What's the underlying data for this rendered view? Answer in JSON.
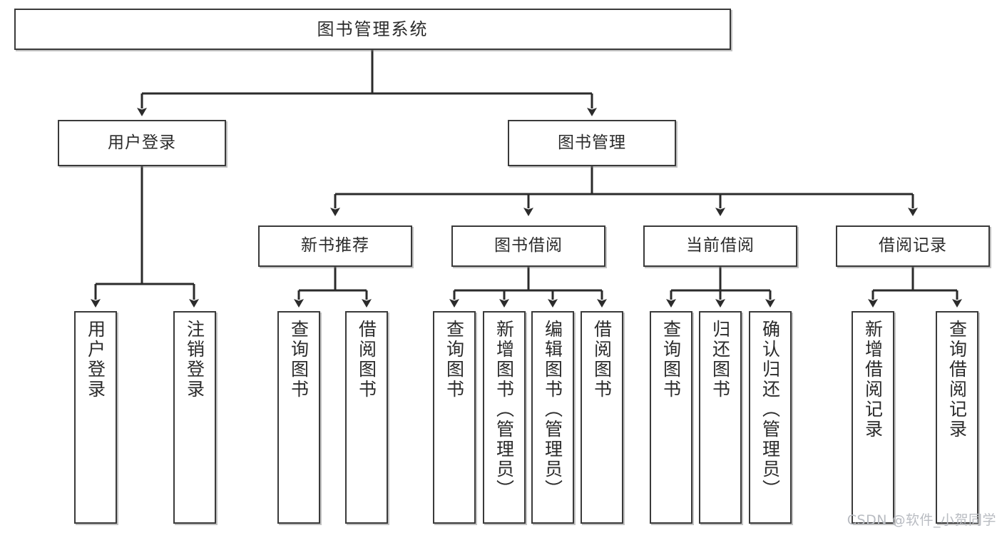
{
  "diagram": {
    "title": "图书管理系统",
    "type": "tree-hierarchy",
    "watermark": "CSDN @软件_小贺同学",
    "colors": {
      "node_border": "#3a3a3a",
      "node_fill": "#ffffff",
      "edge": "#2b2b2b",
      "text": "#2b2b2b",
      "watermark": "#b9bcc2",
      "background": "#ffffff"
    }
  },
  "nodes": {
    "root": {
      "label": "图书管理系统"
    },
    "level2": [
      {
        "id": "user-login",
        "label": "用户登录"
      },
      {
        "id": "book-manage",
        "label": "图书管理"
      }
    ],
    "level3": [
      {
        "id": "new-book-recommend",
        "label": "新书推荐"
      },
      {
        "id": "book-borrow",
        "label": "图书借阅"
      },
      {
        "id": "current-borrow",
        "label": "当前借阅"
      },
      {
        "id": "borrow-record",
        "label": "借阅记录"
      }
    ],
    "leaves": {
      "user_login": [
        {
          "id": "leaf-user-login",
          "label": "用户登录"
        },
        {
          "id": "leaf-logout-login",
          "label": "注销登录"
        }
      ],
      "new_book_recommend": [
        {
          "id": "leaf-query-book-1",
          "label": "查询图书"
        },
        {
          "id": "leaf-borrow-book-1",
          "label": "借阅图书"
        }
      ],
      "book_borrow": [
        {
          "id": "leaf-query-book-2",
          "label": "查询图书"
        },
        {
          "id": "leaf-add-book",
          "label": "新增图书（管理员）"
        },
        {
          "id": "leaf-edit-book",
          "label": "编辑图书（管理员）"
        },
        {
          "id": "leaf-borrow-book-2",
          "label": "借阅图书"
        }
      ],
      "current_borrow": [
        {
          "id": "leaf-query-book-3",
          "label": "查询图书"
        },
        {
          "id": "leaf-return-book",
          "label": "归还图书"
        },
        {
          "id": "leaf-confirm-return",
          "label": "确认归还（管理员）"
        }
      ],
      "borrow_record": [
        {
          "id": "leaf-add-borrow-record",
          "label": "新增借阅记录"
        },
        {
          "id": "leaf-query-borrow-record",
          "label": "查询借阅记录"
        }
      ]
    }
  }
}
